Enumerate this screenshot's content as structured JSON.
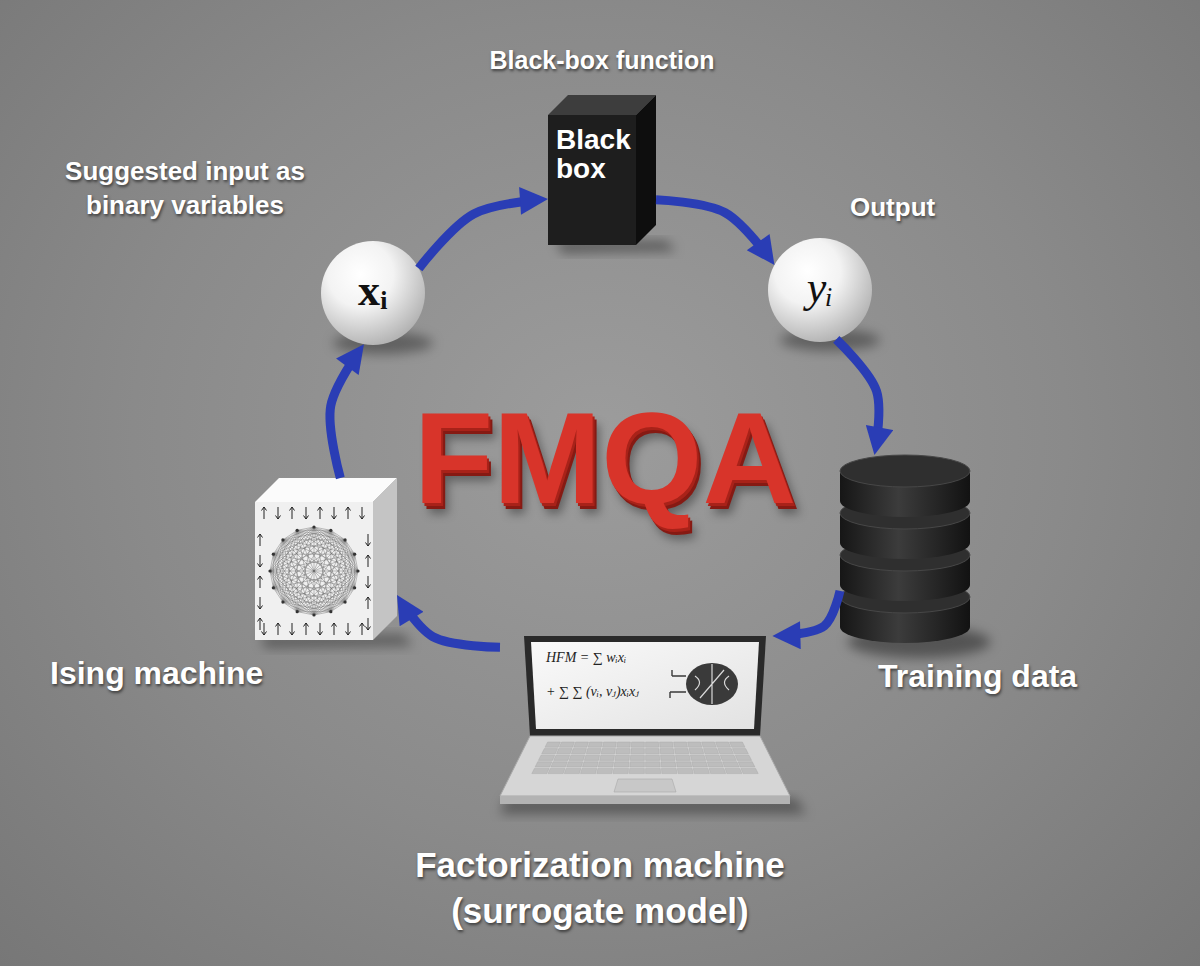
{
  "diagram": {
    "nodes": [
      {
        "text": [
          "Black-box function",
          "Black box"
        ]
      },
      {
        "text": [
          "Suggested input as binary variables",
          "xᵢ"
        ]
      },
      {
        "text": [
          "Output",
          "yᵢ"
        ]
      },
      {
        "text": [
          "Ising machine"
        ]
      },
      {
        "text": [
          "Training data"
        ]
      },
      {
        "text": [
          "Factorization machine (surrogate model)"
        ]
      }
    ],
    "edges": [
      {
        "from": 1,
        "to": 0,
        "arrow": "to"
      },
      {
        "from": 0,
        "to": 2,
        "arrow": "to"
      },
      {
        "from": 2,
        "to": 4,
        "arrow": "to"
      },
      {
        "from": 4,
        "to": 5,
        "arrow": "to"
      },
      {
        "from": 5,
        "to": 3,
        "arrow": "to"
      },
      {
        "from": 3,
        "to": 1,
        "arrow": "to"
      }
    ],
    "labels": [
      "FMQA",
      "HFM = ∑ wᵢxᵢ",
      "+ ∑ ∑ (vᵢ, vⱼ)xᵢxⱼ"
    ]
  }
}
